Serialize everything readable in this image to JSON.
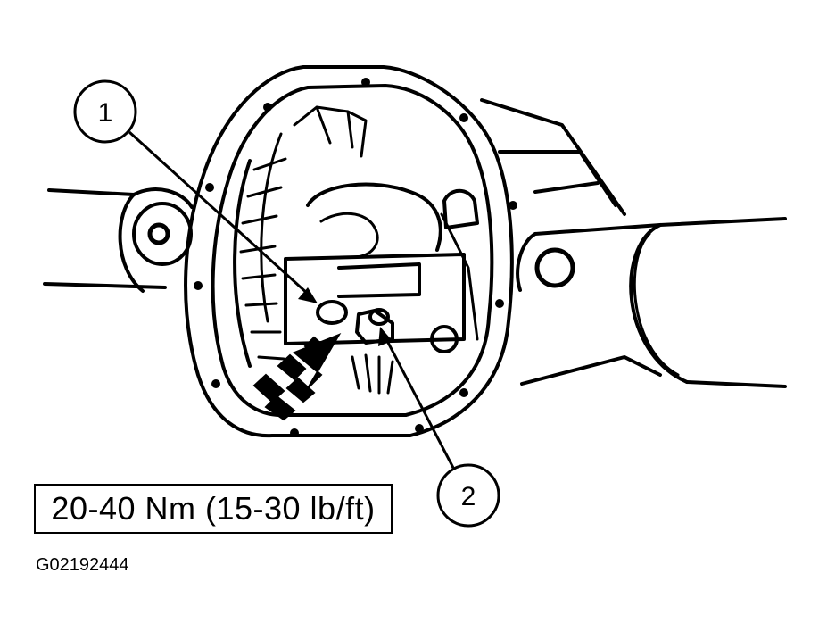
{
  "callouts": [
    {
      "label": "1"
    },
    {
      "label": "2"
    }
  ],
  "torque_spec": "20-40 Nm (15-30 lb/ft)",
  "figure_id": "G02192444"
}
